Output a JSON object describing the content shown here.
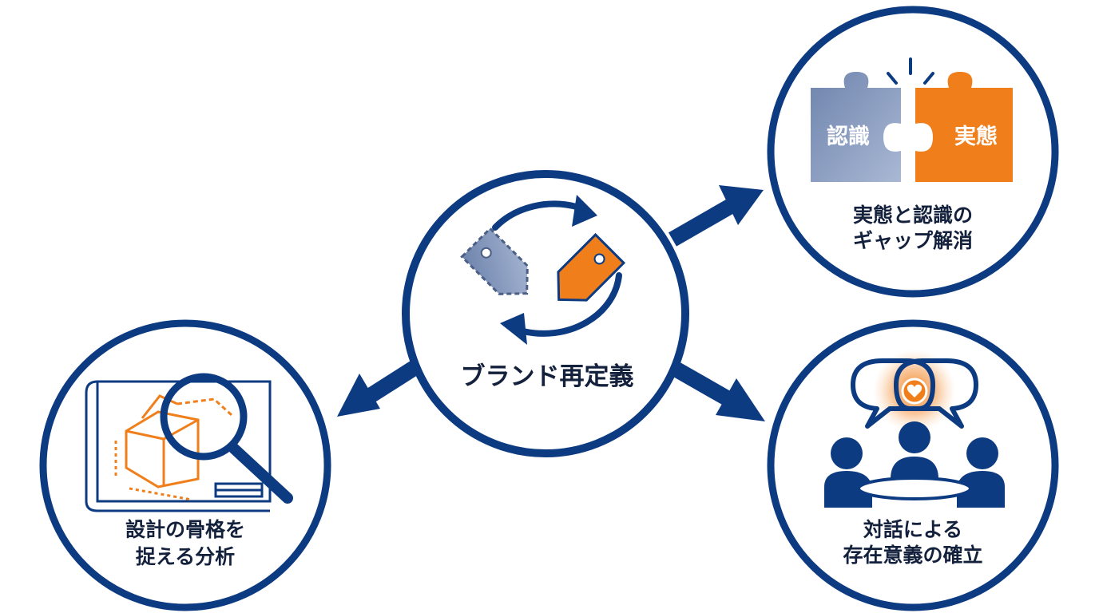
{
  "center": {
    "label": "ブランド再定義"
  },
  "nodes": {
    "gap": {
      "line1": "実態と認識の",
      "line2": "ギャップ解消",
      "puzzle_left": "認識",
      "puzzle_right": "実態"
    },
    "dialogue": {
      "line1": "対話による",
      "line2": "存在意義の確立"
    },
    "analysis": {
      "line1": "設計の骨格を",
      "line2": "捉える分析"
    }
  },
  "colors": {
    "navy": "#0d3b82",
    "orange": "#f07f1b",
    "slate": "#7b8fb5",
    "text": "#14213d"
  }
}
